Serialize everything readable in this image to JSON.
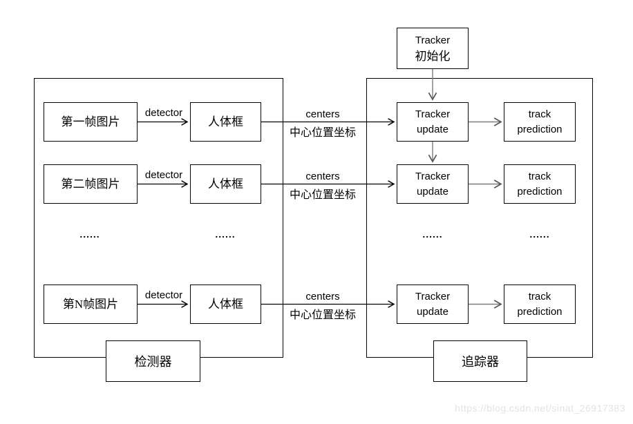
{
  "detector_section": {
    "container_label": "检测器",
    "rows": [
      {
        "frame": "第一帧图片",
        "arrow_label": "detector",
        "body": "人体框"
      },
      {
        "frame": "第二帧图片",
        "arrow_label": "detector",
        "body": "人体框"
      },
      {
        "frame": "第N帧图片",
        "arrow_label": "detector",
        "body": "人体框"
      }
    ],
    "frames_ellipsis": "......",
    "bodies_ellipsis": "......"
  },
  "transfer_arrows": {
    "rows": [
      {
        "top_label": "centers",
        "bottom_label": "中心位置坐标"
      },
      {
        "top_label": "centers",
        "bottom_label": "中心位置坐标"
      },
      {
        "top_label": "centers",
        "bottom_label": "中心位置坐标"
      }
    ]
  },
  "tracker_section": {
    "container_label": "追踪器",
    "init_box": {
      "line1": "Tracker",
      "line2": "初始化"
    },
    "rows": [
      {
        "update_line1": "Tracker",
        "update_line2": "update",
        "pred_line1": "track",
        "pred_line2": "prediction"
      },
      {
        "update_line1": "Tracker",
        "update_line2": "update",
        "pred_line1": "track",
        "pred_line2": "prediction"
      },
      {
        "update_line1": "Tracker",
        "update_line2": "update",
        "pred_line1": "track",
        "pred_line2": "prediction"
      }
    ],
    "updates_ellipsis": "......",
    "preds_ellipsis": "......"
  },
  "watermark": "https://blog.csdn.net/sinat_26917383",
  "colors": {
    "background": "#ffffff",
    "box_border": "#000000",
    "black_arrow": "#000000",
    "gray_arrow": "#7a7a7a",
    "watermark_text": "#e3e3e3"
  }
}
